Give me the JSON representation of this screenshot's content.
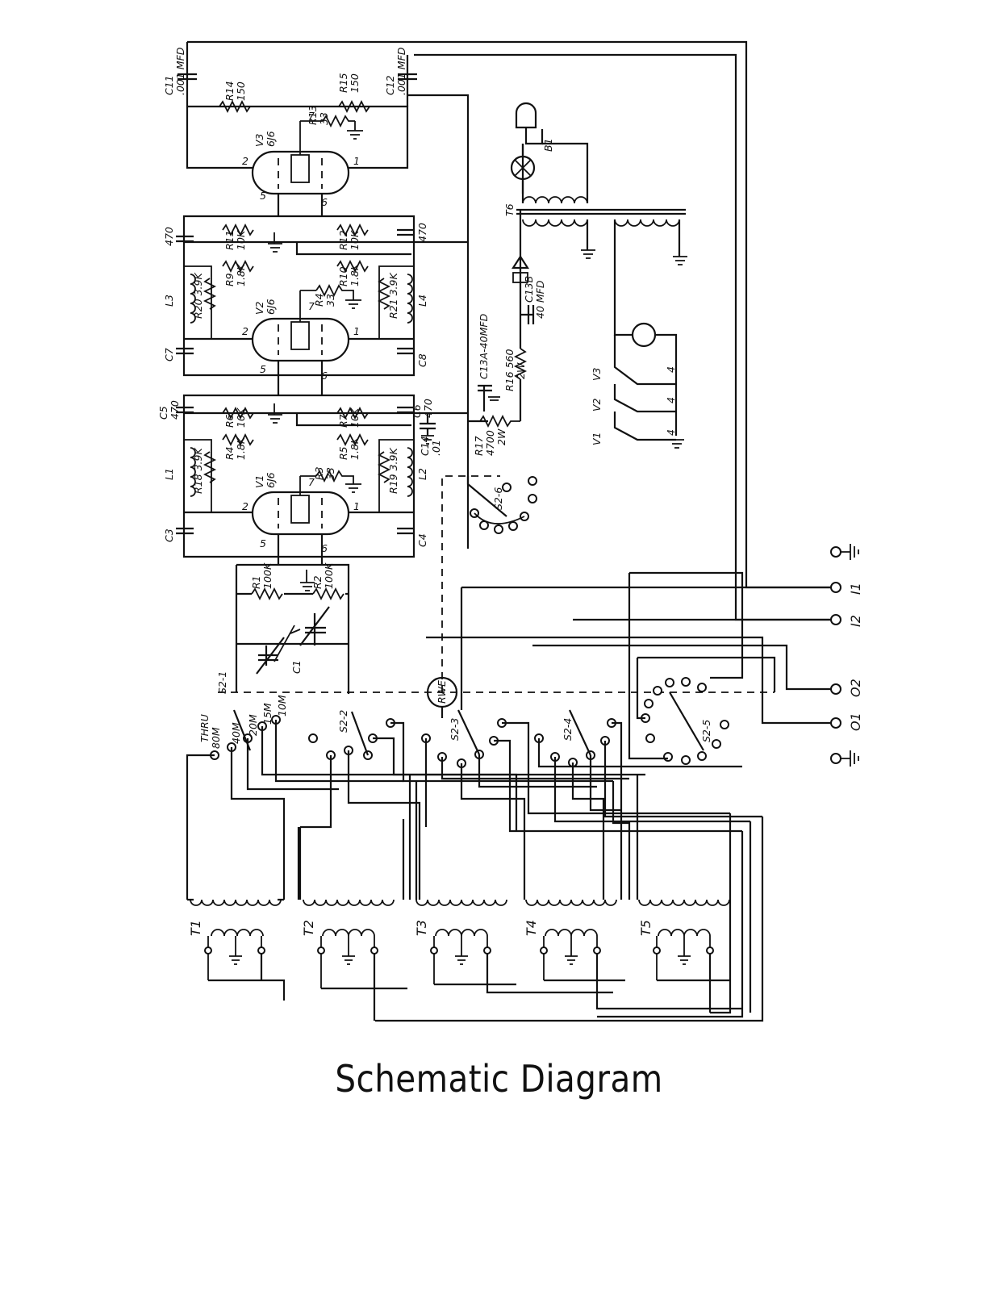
{
  "title": "Schematic Diagram",
  "labels": {
    "c11": "C11",
    "c11_val": ".001 MFD",
    "c12": "C12",
    "c12_val": ".001 MFD",
    "r14": "R14",
    "r14_val": "150",
    "r15": "R15",
    "r15_val": "150",
    "r13": "R13",
    "r13_val": "33",
    "v3": "V3",
    "v3_type": "6J6",
    "r11": "R11",
    "r11_val": "10K",
    "r12": "R12",
    "r12_val": "10K",
    "r9": "R9",
    "r9_val": "1.8K",
    "r10": "R10",
    "r10_val": "1.8K",
    "c_470_a": "470",
    "c_470_b": "470",
    "l3": "L3",
    "r20": "R20 3.9K",
    "l4": "L4",
    "r21": "R21 3.9K",
    "v2": "V2",
    "v2_type": "6J6",
    "r4_v2": "R4",
    "r4_v2_val": "33",
    "c7": "C7",
    "c8": "C8",
    "c5": "C5",
    "c5_val": "470",
    "c6": "C6",
    "c6_val": "470",
    "r6": "R6",
    "r6_val": "10K",
    "r7": "R7",
    "r7_val": "10K",
    "r4": "R4",
    "r4_val": "1.8K",
    "r5": "R5",
    "r5_val": "1.8K",
    "c14": "C14",
    "c14_val": ".01",
    "l1": "L1",
    "r18": "R18 3.9K",
    "l2": "L2",
    "r19": "R19 3.9K",
    "v1": "V1",
    "v1_type": "6J6",
    "r3": "R3",
    "r3_val": "33",
    "c3": "C3",
    "c4": "C4",
    "r1": "R1",
    "r1_val": "100K",
    "r2": "R2",
    "r2_val": "100K",
    "c1": "C1",
    "c13a": "C13A-40MFD",
    "r16": "R16 560",
    "r16_w": "2W",
    "r17": "R17",
    "r17_val": "4700",
    "r17_w": "2W",
    "c13b": "C13B",
    "c13b_val": "40 MFD",
    "t6": "T6",
    "b1": "B1",
    "v1_h": "V1",
    "v2_h": "V2",
    "v3_h": "V3",
    "pin4": "4",
    "s2_1": "S2-1",
    "s2_2": "S2-2",
    "s2_3": "S2-3",
    "s2_4": "S2-4",
    "s2_5": "S2-5",
    "s2_6": "S2-6",
    "sw_thru": "THRU",
    "sw_80m": "80M",
    "sw_40m": "40M",
    "sw_20m": "20M",
    "sw_15m": "15M",
    "sw_10m": "10M",
    "rwe": "RWE",
    "i1": "I1",
    "i2": "I2",
    "o1": "O1",
    "o2": "O2",
    "t1": "T1",
    "t2": "T2",
    "t3": "T3",
    "t4": "T4",
    "t5": "T5",
    "pin2": "2",
    "pin1": "1",
    "pin5": "5",
    "pin6": "6",
    "pin7": "7"
  }
}
